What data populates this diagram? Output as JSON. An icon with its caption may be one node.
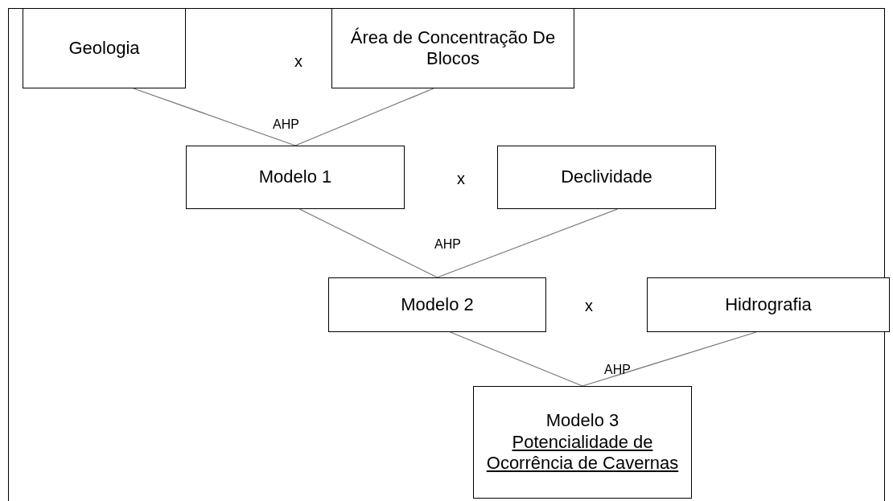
{
  "diagram": {
    "nodes": [
      {
        "text": [
          "Geologia"
        ]
      },
      {
        "text": [
          "Área de Concentração De Blocos"
        ]
      },
      {
        "text": [
          "Modelo 1"
        ]
      },
      {
        "text": [
          "Declividade"
        ]
      },
      {
        "text": [
          "Modelo 2"
        ]
      },
      {
        "text": [
          "Hidrografia"
        ]
      },
      {
        "text": [
          "Modelo 3",
          "Potencialidade de Ocorrência de Cavernas"
        ]
      }
    ],
    "edges": [
      {
        "from": 0,
        "to": 2,
        "arrow": "none"
      },
      {
        "from": 1,
        "to": 2,
        "arrow": "none"
      },
      {
        "from": 2,
        "to": 4,
        "arrow": "none"
      },
      {
        "from": 3,
        "to": 4,
        "arrow": "none"
      },
      {
        "from": 4,
        "to": 6,
        "arrow": "none"
      },
      {
        "from": 5,
        "to": 6,
        "arrow": "none"
      }
    ],
    "labels": [
      "x",
      "AHP",
      "x",
      "AHP",
      "x",
      "AHP"
    ]
  }
}
